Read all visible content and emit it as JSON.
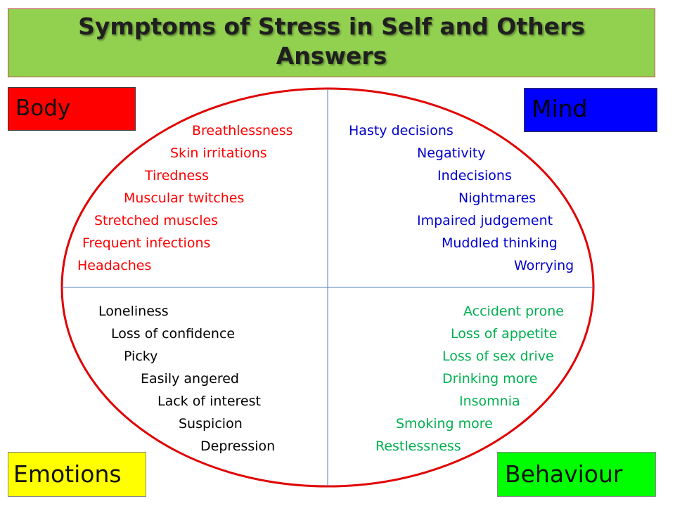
{
  "title": {
    "line1": "Symptoms of Stress in Self and Others",
    "line2": "Answers"
  },
  "categories": {
    "body": "Body",
    "mind": "Mind",
    "emotions": "Emotions",
    "behaviour": "Behaviour"
  },
  "body_symptoms": [
    "Breathlessness",
    "Skin irritations",
    "Tiredness",
    "Muscular twitches",
    "Stretched muscles",
    "Frequent infections",
    "Headaches"
  ],
  "mind_symptoms": [
    "Hasty decisions",
    "Negativity",
    "Indecisions",
    "Nightmares",
    "Impaired judgement",
    "Muddled thinking",
    "Worrying"
  ],
  "emotions_symptoms": [
    "Loneliness",
    "Loss of confidence",
    "Picky",
    "Easily angered",
    "Lack of interest",
    "Suspicion",
    "Depression"
  ],
  "behaviour_symptoms": [
    "Accident prone",
    "Loss of appetite",
    "Loss of sex drive",
    "Drinking more",
    "Insomnia",
    "Smoking more",
    "Restlessness"
  ],
  "colors": {
    "title_bg": "#92d050",
    "body": "#ff0000",
    "mind": "#0000ff",
    "emotions": "#ffff00",
    "behaviour": "#00ff00",
    "ellipse": "#e00000",
    "divider": "#4f81bd"
  }
}
